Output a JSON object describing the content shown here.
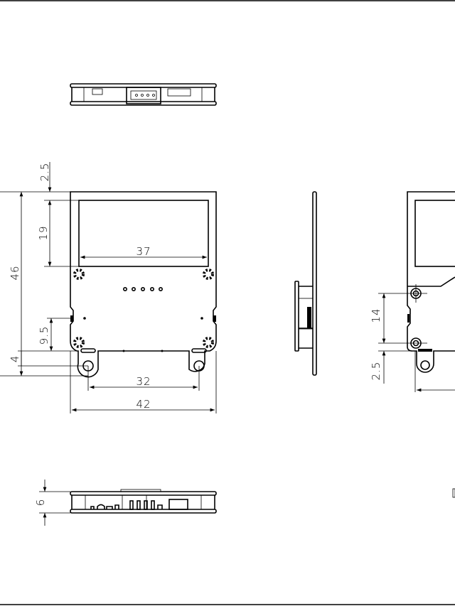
{
  "drawing": {
    "dimensions": {
      "top_margin": "2.5",
      "window_height": "19",
      "overall_height": "46",
      "side_offset": "9.5",
      "tab_offset": "4",
      "window_width": "37",
      "hole_spacing": "32",
      "overall_width": "42",
      "side_hole_spacing": "14",
      "side_tab_offset": "2.5",
      "thickness": "6"
    },
    "line_color": "#000000",
    "background": "#ffffff"
  }
}
